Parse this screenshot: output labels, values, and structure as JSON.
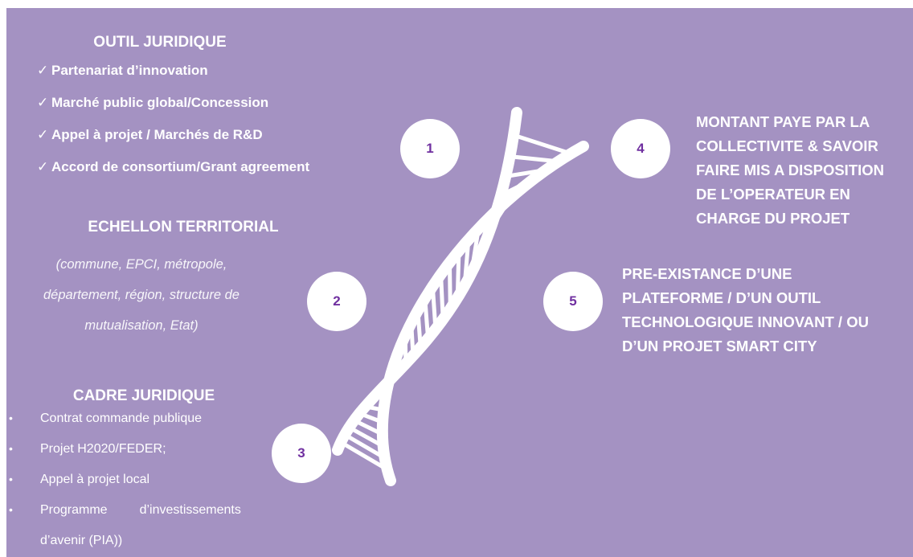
{
  "left": {
    "outil": {
      "title": "OUTIL JURIDIQUE",
      "items": [
        "Partenariat d’innovation",
        "Marché public global/Concession",
        "Appel à projet / Marchés de R&D",
        "Accord de consortium/Grant agreement"
      ]
    },
    "echelon": {
      "title": "ECHELLON TERRITORIAL",
      "lines": [
        "(commune, EPCI, métropole,",
        "département, région, structure de",
        "mutualisation, Etat)"
      ]
    },
    "cadre": {
      "title": "CADRE JURIDIQUE",
      "items": [
        "Contrat commande publique",
        "Projet H2020/FEDER;",
        "Appel à projet local",
        "Programme         d’investissements",
        "d’avenir (PIA))"
      ]
    }
  },
  "check_mark": "✓",
  "bullet_mark": "•",
  "circles": [
    "1",
    "2",
    "3",
    "4",
    "5"
  ],
  "right": {
    "block4": [
      "MONTANT PAYE PAR LA",
      "COLLECTIVITE & SAVOIR",
      "FAIRE MIS A DISPOSITION",
      "DE L’OPERATEUR EN",
      "CHARGE DU PROJET"
    ],
    "block5": [
      "PRE-EXISTANCE D’UNE",
      "PLATEFORME / D’UN OUTIL",
      "TECHNOLOGIQUE INNOVANT / OU",
      "D’UN PROJET SMART CITY"
    ]
  },
  "colors": {
    "background": "#a492c2",
    "number": "#7030a0",
    "text": "#ffffff"
  }
}
